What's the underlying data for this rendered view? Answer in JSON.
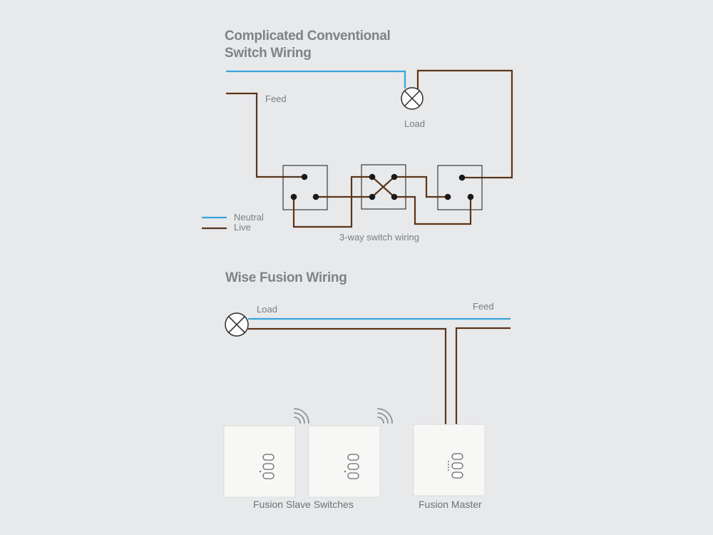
{
  "top": {
    "title_line1": "Complicated Conventional",
    "title_line2": "Switch Wiring",
    "feed_label": "Feed",
    "load_label": "Load",
    "caption": "3-way switch wiring"
  },
  "legend": {
    "items": [
      {
        "label": "Neutral",
        "color": "#3aa4df"
      },
      {
        "label": "Live",
        "color": "#5a3519"
      }
    ]
  },
  "bottom": {
    "title": "Wise Fusion Wiring",
    "load_label": "Load",
    "feed_label": "Feed",
    "slave_caption": "Fusion Slave Switches",
    "master_caption": "Fusion Master"
  },
  "colors": {
    "neutral": "#3aa4df",
    "live": "#5a3519",
    "background": "#e8e9ea"
  },
  "icons": [
    "lamp-icon",
    "wifi-signal-icon"
  ]
}
